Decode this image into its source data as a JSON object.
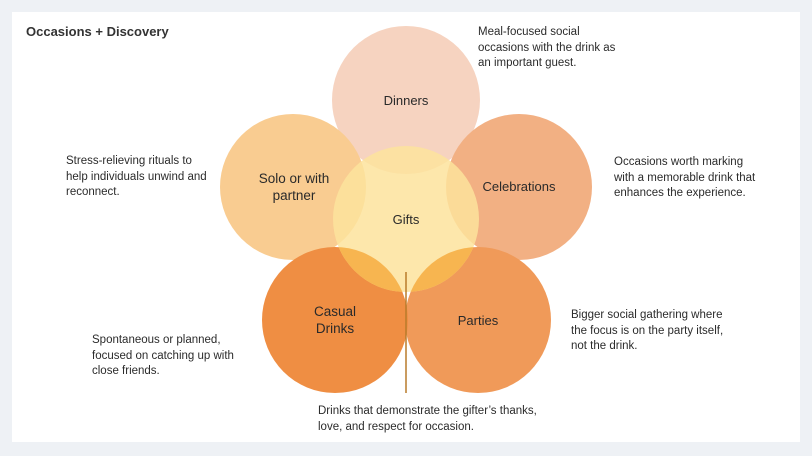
{
  "title": "Occasions + Discovery",
  "petals": [
    {
      "id": "dinners",
      "label": "Dinners",
      "color": "#f6d3c0",
      "desc": "Meal-focused social occasions with the drink as an important guest."
    },
    {
      "id": "solo",
      "label": "Solo or with partner",
      "color": "#f9cc91",
      "desc": "Stress-relieving rituals to help individuals unwind and reconnect."
    },
    {
      "id": "celebrations",
      "label": "Celebrations",
      "color": "#f2b083",
      "desc": "Occasions worth marking with a memorable drink that enhances the experience."
    },
    {
      "id": "casual",
      "label": "Casual Drinks",
      "color": "#ef8e43",
      "desc": "Spontaneous or planned, focused on catching up with close friends."
    },
    {
      "id": "parties",
      "label": "Parties",
      "color": "#f09a59",
      "desc": "Bigger social gathering where the focus is on the party itself, not the drink."
    },
    {
      "id": "gifts",
      "label": "Gifts",
      "color": "#fde39c",
      "desc": "Drinks that demonstrate the gifter’s thanks, love, and respect for occasion."
    }
  ],
  "overlap_color": "#f7b550",
  "stem_color": "#b87a2a"
}
